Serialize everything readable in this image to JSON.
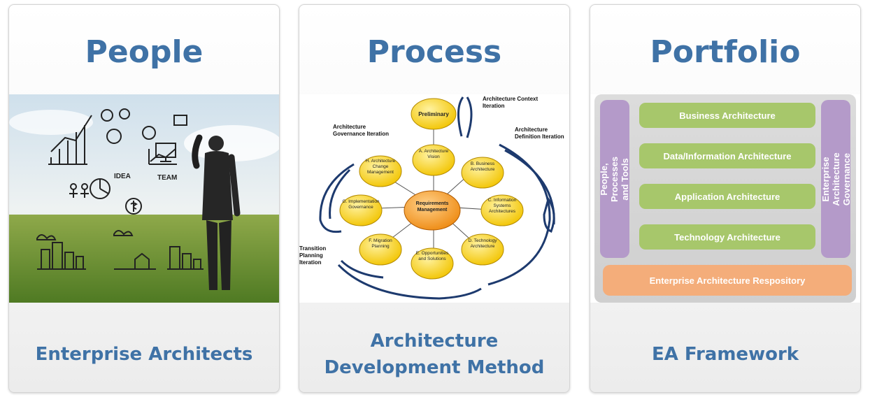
{
  "people": {
    "title": "People",
    "subtitle": "Enterprise Architects",
    "sketch_labels": [
      "IDEA",
      "TEAM"
    ]
  },
  "process": {
    "title": "Process",
    "subtitle": "Architecture Development Method",
    "center": "Requirements Management",
    "phases": [
      "Preliminary",
      "A. Architecture Vision",
      "B. Business Architecture",
      "C. Information Systems Architectures",
      "D. Technology Architecture",
      "E. Opportunities and Solutions",
      "F. Migration Planning",
      "G. Implementation Governance",
      "H. Architecture Change Management"
    ],
    "iterations": [
      "Architecture Context Iteration",
      "Architecture Definition Iteration",
      "Architecture Governance Iteration",
      "Transition Planning Iteration"
    ]
  },
  "portfolio": {
    "title": "Portfolio",
    "subtitle": "EA Framework",
    "left_pillar": "People, Processes and Tools",
    "right_pillar": "Enterprise Architecture Governance",
    "layers": [
      "Business Architecture",
      "Data/Information Architecture",
      "Application Architecture",
      "Technology Architecture"
    ],
    "repository": "Enterprise Architecture Respository"
  },
  "colors": {
    "title_blue": "#3f72a6",
    "phase_yellow": "#f5d22a",
    "center_orange": "#f39a1e",
    "cycle_navy": "#1d3a6e",
    "layer_green": "#a7c76b",
    "pillar_purple": "#b49ac9",
    "repo_orange": "#f4ad7a"
  }
}
